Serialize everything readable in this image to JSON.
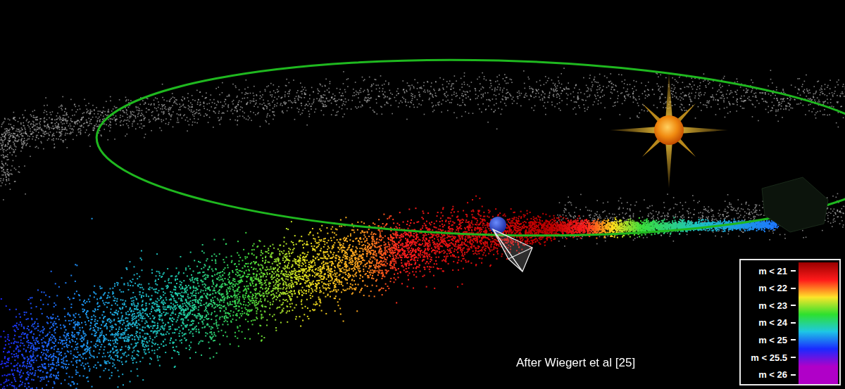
{
  "diagram": {
    "labels": [
      "After Wiegert et al [25]"
    ],
    "legend": [
      {
        "text": "m < 21",
        "color": "#9a0000"
      },
      {
        "text": "m < 22",
        "color": "#ff1a1a"
      },
      {
        "text": "m < 23",
        "color": "#ffe62a"
      },
      {
        "text": "m < 24",
        "color": "#2ee02e"
      },
      {
        "text": "m < 25",
        "color": "#1ec8e6"
      },
      {
        "text": "m < 25.5",
        "color": "#1a2aff"
      },
      {
        "text": "m < 26",
        "color": "#b000c8"
      }
    ]
  }
}
